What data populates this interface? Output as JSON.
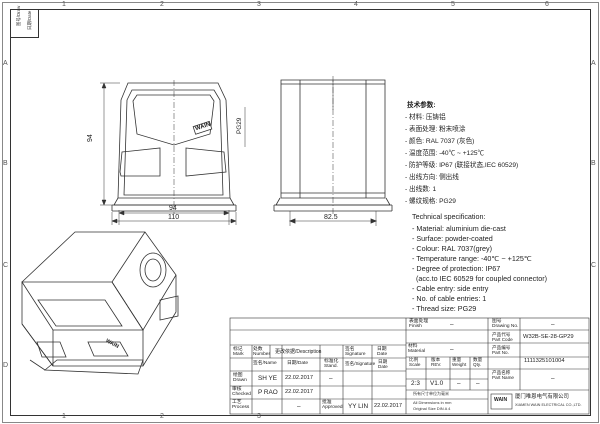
{
  "zones": {
    "top": [
      "1",
      "2",
      "3",
      "4",
      "5",
      "6"
    ],
    "bottom": [
      "1",
      "2",
      "3",
      "4",
      "5",
      "6"
    ],
    "left": [
      "A",
      "B",
      "C",
      "D"
    ],
    "right": [
      "A",
      "B",
      "C",
      "D"
    ]
  },
  "revision_tab": [
    "图号/Draw",
    "日期/Date"
  ],
  "dimensions": {
    "height": "94",
    "pg_thread": "PG29",
    "inner_width": "94",
    "outer_width": "110",
    "side_width": "82.5"
  },
  "logo_text": "WAIN",
  "spec_cn": {
    "title": "技术参数:",
    "lines": [
      "- 材料: 压铸铝",
      "- 表面处理: 粉末喷涂",
      "- 颜色: RAL 7037 (灰色)",
      "- 温度范围: -40℃ ~ +125℃",
      "- 防护等级: IP67 (联接状态,IEC 60529)",
      "- 出线方向: 侧出线",
      "- 出线数: 1",
      "- 螺纹规格: PG29"
    ]
  },
  "spec_en": {
    "title": "Technical specification:",
    "lines": [
      "- Material: aluminium die-cast",
      "- Surface: powder-coated",
      "- Colour: RAL 7037(grey)",
      "- Temperature range: -40℃ ~ +125℃",
      "- Degree of protection: IP67",
      "  (acc.to IEC 60529 for coupled connector)",
      "- Cable entry: side entry",
      "- No. of cable entries: 1",
      "- Thread size: PG29"
    ]
  },
  "title_block": {
    "rev_headers": {
      "mark": "标记\nMark",
      "number": "处数\nNumber",
      "description": "更改依据/Description",
      "signature": "签名\nSignature",
      "date": "日期\nDate"
    },
    "sign_rows": {
      "col_name": "签名/Name",
      "col_date": "日期/Date",
      "col_standard": "标准化\nStand.",
      "col_signature": "签名/Signature",
      "col_date2": "日期\nDate"
    },
    "drawn": {
      "label": "绘图\nDrawn",
      "name": "SH YE",
      "date": "22.02.2017",
      "dash": "–"
    },
    "checked": {
      "label": "审核\nChecked",
      "name": "P RAO",
      "date": "22.02.2017"
    },
    "process": {
      "label": "工艺\nProcess",
      "approved_label": "批准\nApproved",
      "name": "YY LIN",
      "date": "22.02.2017",
      "dash": "–"
    },
    "finish": {
      "label": "表面处理\nFinish",
      "value": "–"
    },
    "material": {
      "label": "材料\nMaterial",
      "value": "–"
    },
    "scale": {
      "label": "比例\nScale",
      "value": "2:3"
    },
    "rev": {
      "label": "版本\nREV.",
      "value": "V1.0"
    },
    "weight": {
      "label": "重量\nWeight",
      "value": "–"
    },
    "qty": {
      "label": "数量\nQty.",
      "value": "–"
    },
    "drawing_no": {
      "label": "图号\nDrawing No.",
      "value": "–"
    },
    "part_code": {
      "label": "产品代号\nPart Code",
      "value": "W32B-SE-28-GP29"
    },
    "part_no": {
      "label": "产品编号\nPart No.",
      "value": "1111325101004"
    },
    "part_name": {
      "label": "产品名称\nPart Name",
      "value": "–"
    },
    "note_cn": "所有尺寸单位为毫米",
    "note_en1": "All Dimensions in mm",
    "note_en2": "Original Size DIN A 4",
    "company_cn": "厦门唯恩电气有限公司",
    "company_en": "XIAMEN WAIN ELECTRICAL CO.,LTD.",
    "company_logo": "WAIN"
  }
}
